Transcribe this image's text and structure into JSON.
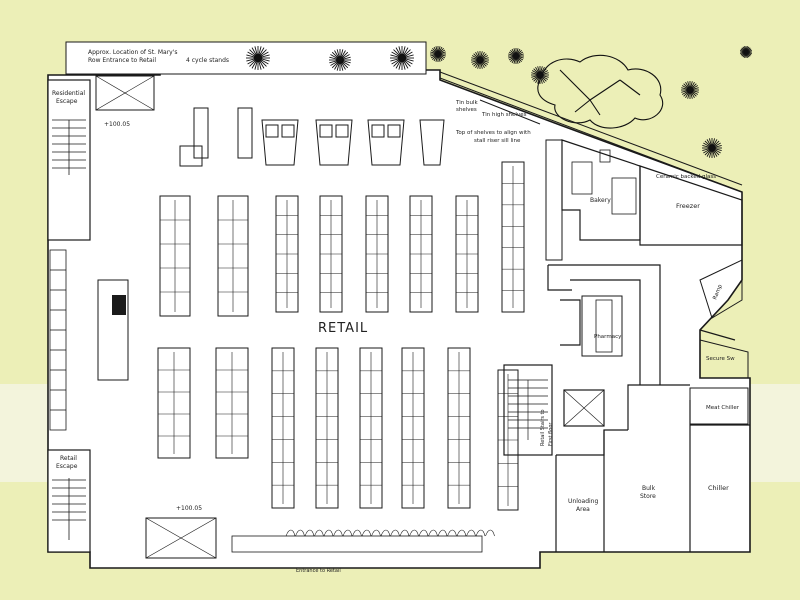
{
  "colors": {
    "background": "#ecefb7",
    "floor": "#ffffff",
    "band": "#f3f4dc",
    "line": "#1a1a1a",
    "tree": "#111111"
  },
  "labels": {
    "st_marys": "Approx. Location of St. Mary's",
    "raw_entrance": "Row Entrance to Retail",
    "cycle_stands": "4 cycle stands",
    "residential_escape": "Residential",
    "residential_escape_2": "Escape",
    "level_top": "+100.05",
    "level_bottom": "+100.05",
    "bulk_shelves": "Tin bulk",
    "bulk_shelves_2": "shelves",
    "high_shelves": "Tin high shelves",
    "shelves_note_1": "Top of shelves to align with",
    "shelves_note_2": "stall riser sill line",
    "ceramic_glass": "Ceramic backed glass",
    "bakery": "Bakery",
    "freezer": "Freezer",
    "retail": "RETAIL",
    "pharmacy": "Pharmacy",
    "ramp": "Ramp",
    "secure": "Secure Sw",
    "meat_chiller": "Meat Chiller",
    "goods_lift": "Retail Stairs to",
    "goods_lift_2": "First floor",
    "retail_escape": "Retail",
    "retail_escape_2": "Escape",
    "unloading_1": "Unloading",
    "unloading_2": "Area",
    "bulk_store_1": "Bulk",
    "bulk_store_2": "Store",
    "chiller": "Chiller",
    "bottom_edge": "Entrance to Retail"
  }
}
